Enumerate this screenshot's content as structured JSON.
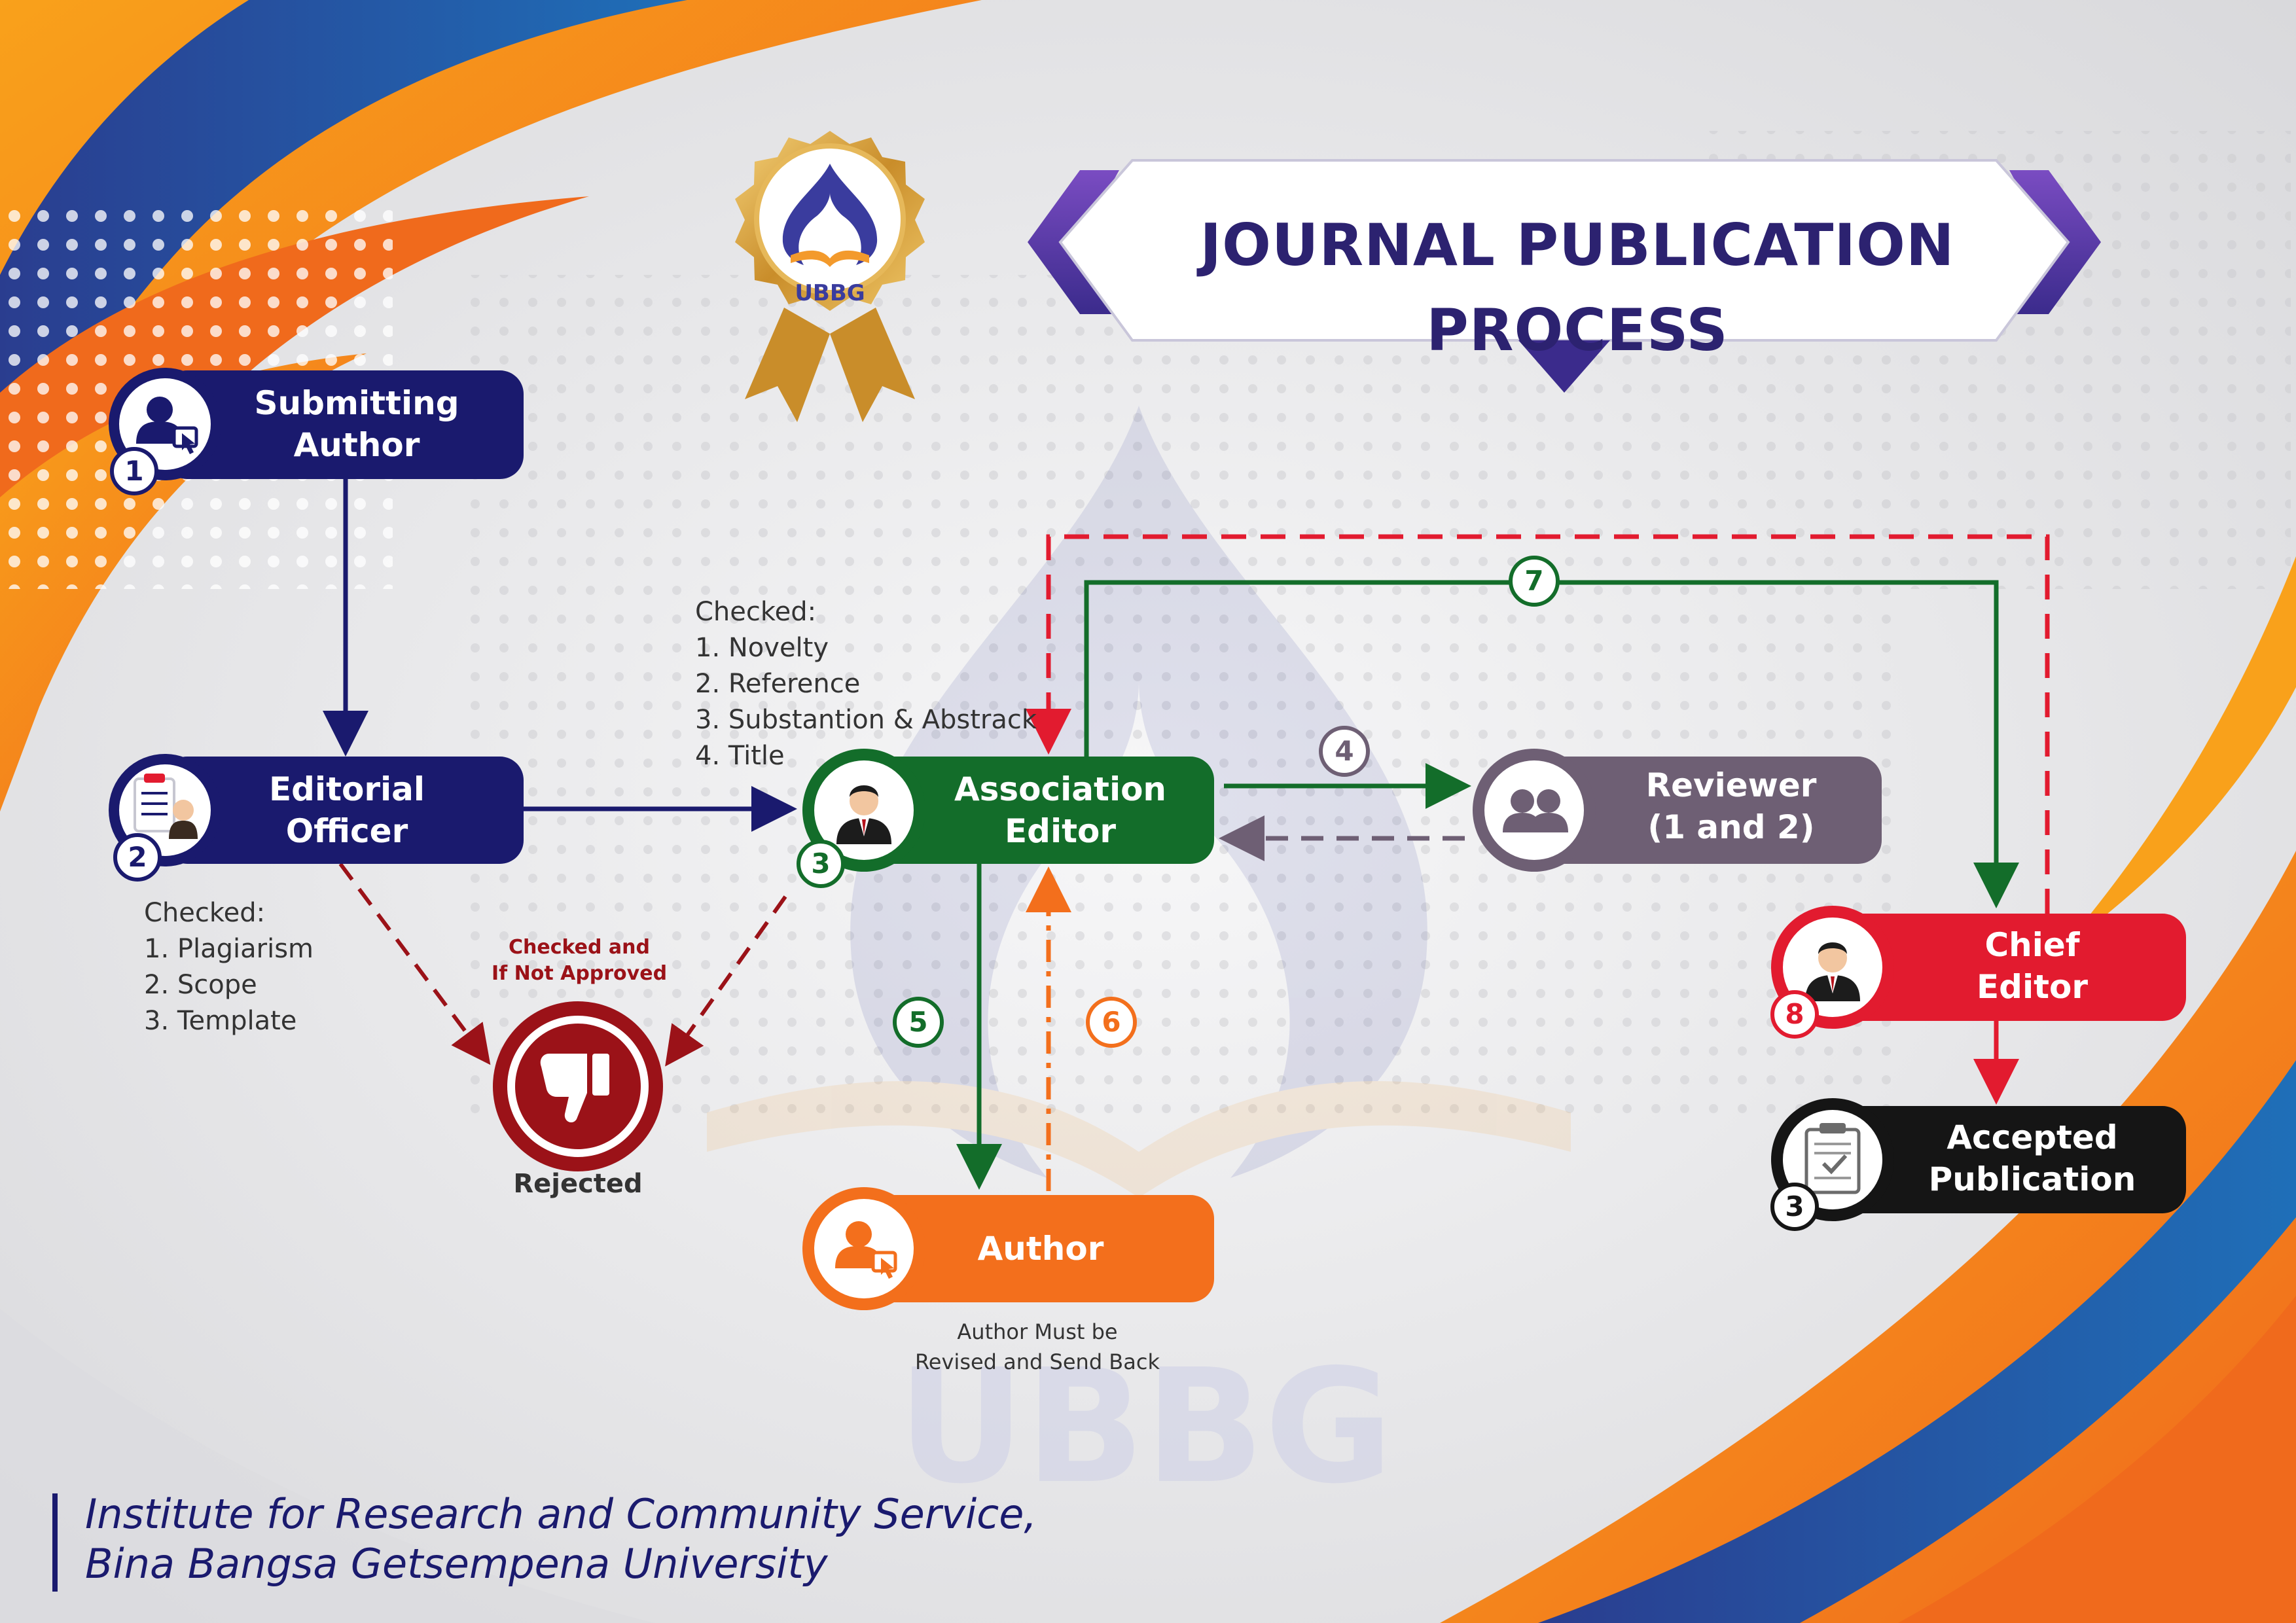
{
  "title": "JOURNAL PUBLICATION PROCESS",
  "logo": {
    "text": "UBBG",
    "watermark": "UBBG"
  },
  "colors": {
    "navy": "#1a1a6e",
    "green": "#136d2a",
    "orange": "#f36f1c",
    "red": "#e21b2f",
    "purple_gray": "#6e5f74",
    "black": "#151515",
    "dark_red": "#9b1218",
    "title_purple": "#2c2270"
  },
  "nodes": {
    "submitting_author": {
      "line1": "Submitting",
      "line2": "Author",
      "step": "1",
      "icon": "user-cursor-icon"
    },
    "editorial_officer": {
      "line1": "Editorial",
      "line2": "Officer",
      "step": "2",
      "icon": "checklist-person-icon"
    },
    "association_editor": {
      "line1": "Association",
      "line2": "Editor",
      "step": "3",
      "icon": "person-avatar-icon"
    },
    "reviewer": {
      "line1": "Reviewer",
      "line2": "(1 and 2)",
      "icon": "users-group-icon"
    },
    "chief_editor": {
      "line1": "Chief",
      "line2": "Editor",
      "step": "8",
      "icon": "person-avatar-icon"
    },
    "accepted": {
      "line1": "Accepted",
      "line2": "Publication",
      "step": "3",
      "icon": "clipboard-check-icon"
    },
    "author": {
      "label": "Author",
      "icon": "user-cursor-icon"
    },
    "rejected": {
      "label": "Rejected",
      "icon": "thumbs-down-icon"
    }
  },
  "steps": {
    "s4": "4",
    "s5": "5",
    "s6": "6",
    "s7": "7"
  },
  "notes": {
    "editorial_checks": [
      "Checked:",
      "1. Plagiarism",
      "2. Scope",
      "3. Template"
    ],
    "association_checks": [
      "Checked:",
      "1. Novelty",
      "2. Reference",
      "3. Substantion & Abstrack",
      "4. Title"
    ],
    "reject_condition": [
      "Checked and",
      "If Not Approved"
    ],
    "author_revise": [
      "Author Must be",
      "Revised and Send Back"
    ]
  },
  "footer": {
    "line1": "Institute for Research and Community Service,",
    "line2": "Bina Bangsa Getsempena University"
  }
}
